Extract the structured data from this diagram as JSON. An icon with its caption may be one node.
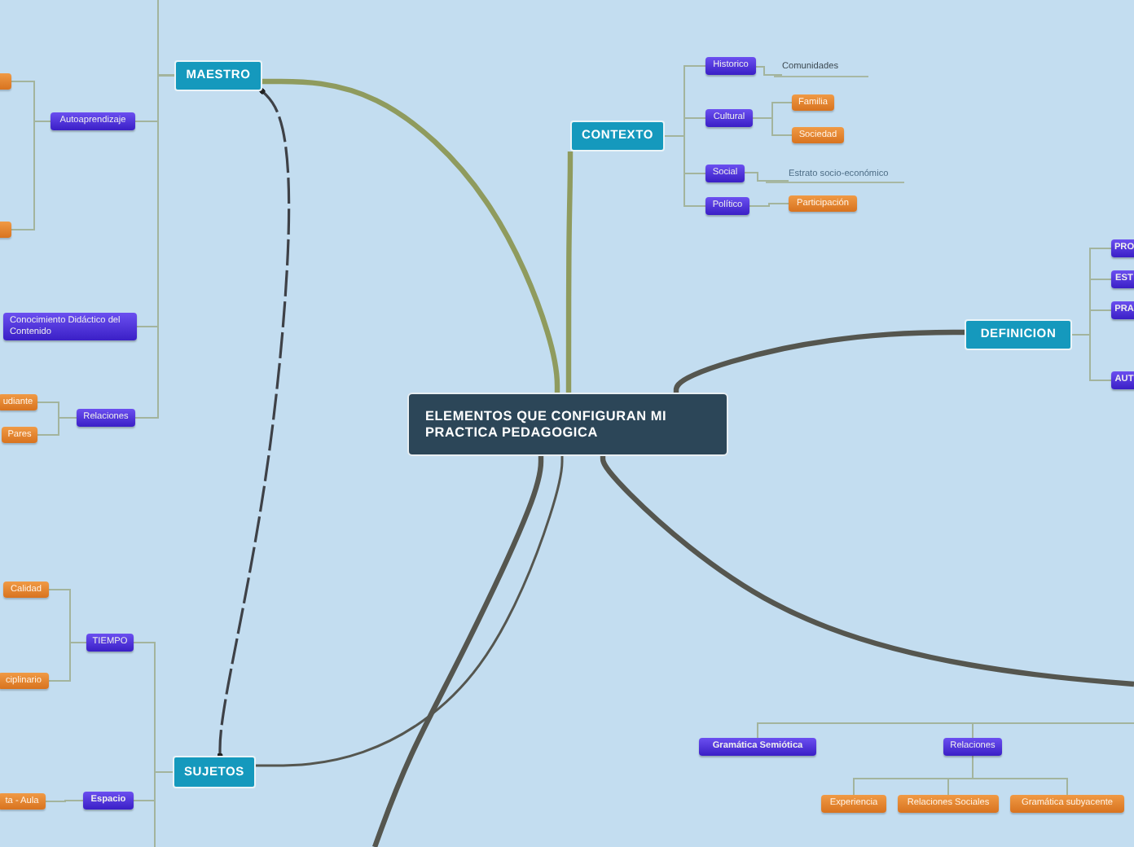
{
  "diagram": {
    "nodes": [
      {
        "text": [
          "ELEMENTOS QUE CONFIGURAN MI PRACTICA PEDAGOGICA"
        ]
      },
      {
        "text": [
          "MAESTRO"
        ]
      },
      {
        "text": [],
        "shape": "box"
      },
      {
        "text": [
          "Autoaprendizaje"
        ]
      },
      {
        "text": [],
        "shape": "box"
      },
      {
        "text": [
          "Conocimiento Didáctico del Contenido"
        ]
      },
      {
        "text": [
          "udiante"
        ]
      },
      {
        "text": [
          "Pares"
        ]
      },
      {
        "text": [
          "Relaciones"
        ]
      },
      {
        "text": [
          "CONTEXTO"
        ]
      },
      {
        "text": [
          "Historico"
        ]
      },
      {
        "text": [
          "Comunidades"
        ]
      },
      {
        "text": [
          "Cultural"
        ]
      },
      {
        "text": [
          "Familia"
        ]
      },
      {
        "text": [
          "Sociedad"
        ]
      },
      {
        "text": [
          "Social"
        ]
      },
      {
        "text": [
          "Estrato socio-económico"
        ]
      },
      {
        "text": [
          "Político"
        ]
      },
      {
        "text": [
          "Participación"
        ]
      },
      {
        "text": [
          "DEFINICION"
        ]
      },
      {
        "text": [
          "PRO"
        ]
      },
      {
        "text": [
          "EST"
        ]
      },
      {
        "text": [
          "PRA"
        ]
      },
      {
        "text": [
          "AUT"
        ]
      },
      {
        "text": [
          "SUJETOS"
        ]
      },
      {
        "text": [
          "Calidad"
        ]
      },
      {
        "text": [
          "ciplinario"
        ]
      },
      {
        "text": [
          "TIEMPO"
        ]
      },
      {
        "text": [
          "ta - Aula"
        ]
      },
      {
        "text": [
          "Espacio"
        ]
      },
      {
        "text": [
          "Gramática Semiótica"
        ]
      },
      {
        "text": [
          "Relaciones"
        ]
      },
      {
        "text": [
          "Experiencia"
        ]
      },
      {
        "text": [
          "Relaciones Sociales"
        ]
      },
      {
        "text": [
          "Gramática subyacente"
        ]
      }
    ],
    "edges": [
      {
        "from": 0,
        "to": 1,
        "arrow": "none",
        "style": "thick",
        "color": "#8f9b5e"
      },
      {
        "from": 0,
        "to": 9,
        "arrow": "none",
        "style": "thick",
        "color": "#8f9b5e"
      },
      {
        "from": 0,
        "to": 19,
        "arrow": "none",
        "style": "thick",
        "color": "#55564f"
      },
      {
        "from": 0,
        "to": null,
        "arrow": "none",
        "style": "thick",
        "color": "#55564f"
      },
      {
        "from": 0,
        "to": 24,
        "arrow": "none",
        "color": "#55564f"
      },
      {
        "from": 0,
        "to": null,
        "arrow": "none",
        "style": "thick",
        "color": "#55564f"
      },
      {
        "from": 1,
        "to": 24,
        "arrow": "other",
        "style": "dashed",
        "color": "#3e4147"
      },
      {
        "from": null,
        "to": 1,
        "arrow": "none"
      },
      {
        "from": 1,
        "to": 3,
        "arrow": "none"
      },
      {
        "from": 1,
        "to": 5,
        "arrow": "none"
      },
      {
        "from": 1,
        "to": 8,
        "arrow": "none"
      },
      {
        "from": 3,
        "to": 2,
        "arrow": "none"
      },
      {
        "from": 3,
        "to": 4,
        "arrow": "none"
      },
      {
        "from": 8,
        "to": 6,
        "arrow": "none"
      },
      {
        "from": 8,
        "to": 7,
        "arrow": "none"
      },
      {
        "from": 9,
        "to": 10,
        "arrow": "none"
      },
      {
        "from": 9,
        "to": 12,
        "arrow": "none"
      },
      {
        "from": 9,
        "to": 15,
        "arrow": "none"
      },
      {
        "from": 9,
        "to": 17,
        "arrow": "none"
      },
      {
        "from": 10,
        "to": 11,
        "arrow": "none"
      },
      {
        "from": 12,
        "to": 13,
        "arrow": "none"
      },
      {
        "from": 12,
        "to": 14,
        "arrow": "none"
      },
      {
        "from": 15,
        "to": 16,
        "arrow": "none"
      },
      {
        "from": 17,
        "to": 18,
        "arrow": "none"
      },
      {
        "from": 19,
        "to": 20,
        "arrow": "none"
      },
      {
        "from": 19,
        "to": 21,
        "arrow": "none"
      },
      {
        "from": 19,
        "to": 22,
        "arrow": "none"
      },
      {
        "from": 19,
        "to": 23,
        "arrow": "none"
      },
      {
        "from": 24,
        "to": null,
        "arrow": "none"
      },
      {
        "from": 24,
        "to": 27,
        "arrow": "none"
      },
      {
        "from": 24,
        "to": 29,
        "arrow": "none"
      },
      {
        "from": 27,
        "to": 25,
        "arrow": "none"
      },
      {
        "from": 27,
        "to": 26,
        "arrow": "none"
      },
      {
        "from": 29,
        "to": 28,
        "arrow": "none"
      },
      {
        "from": null,
        "to": 30,
        "arrow": "none"
      },
      {
        "from": null,
        "to": 31,
        "arrow": "none"
      },
      {
        "from": 31,
        "to": 32,
        "arrow": "none"
      },
      {
        "from": 31,
        "to": 33,
        "arrow": "none"
      },
      {
        "from": 31,
        "to": 34,
        "arrow": "none"
      }
    ]
  }
}
